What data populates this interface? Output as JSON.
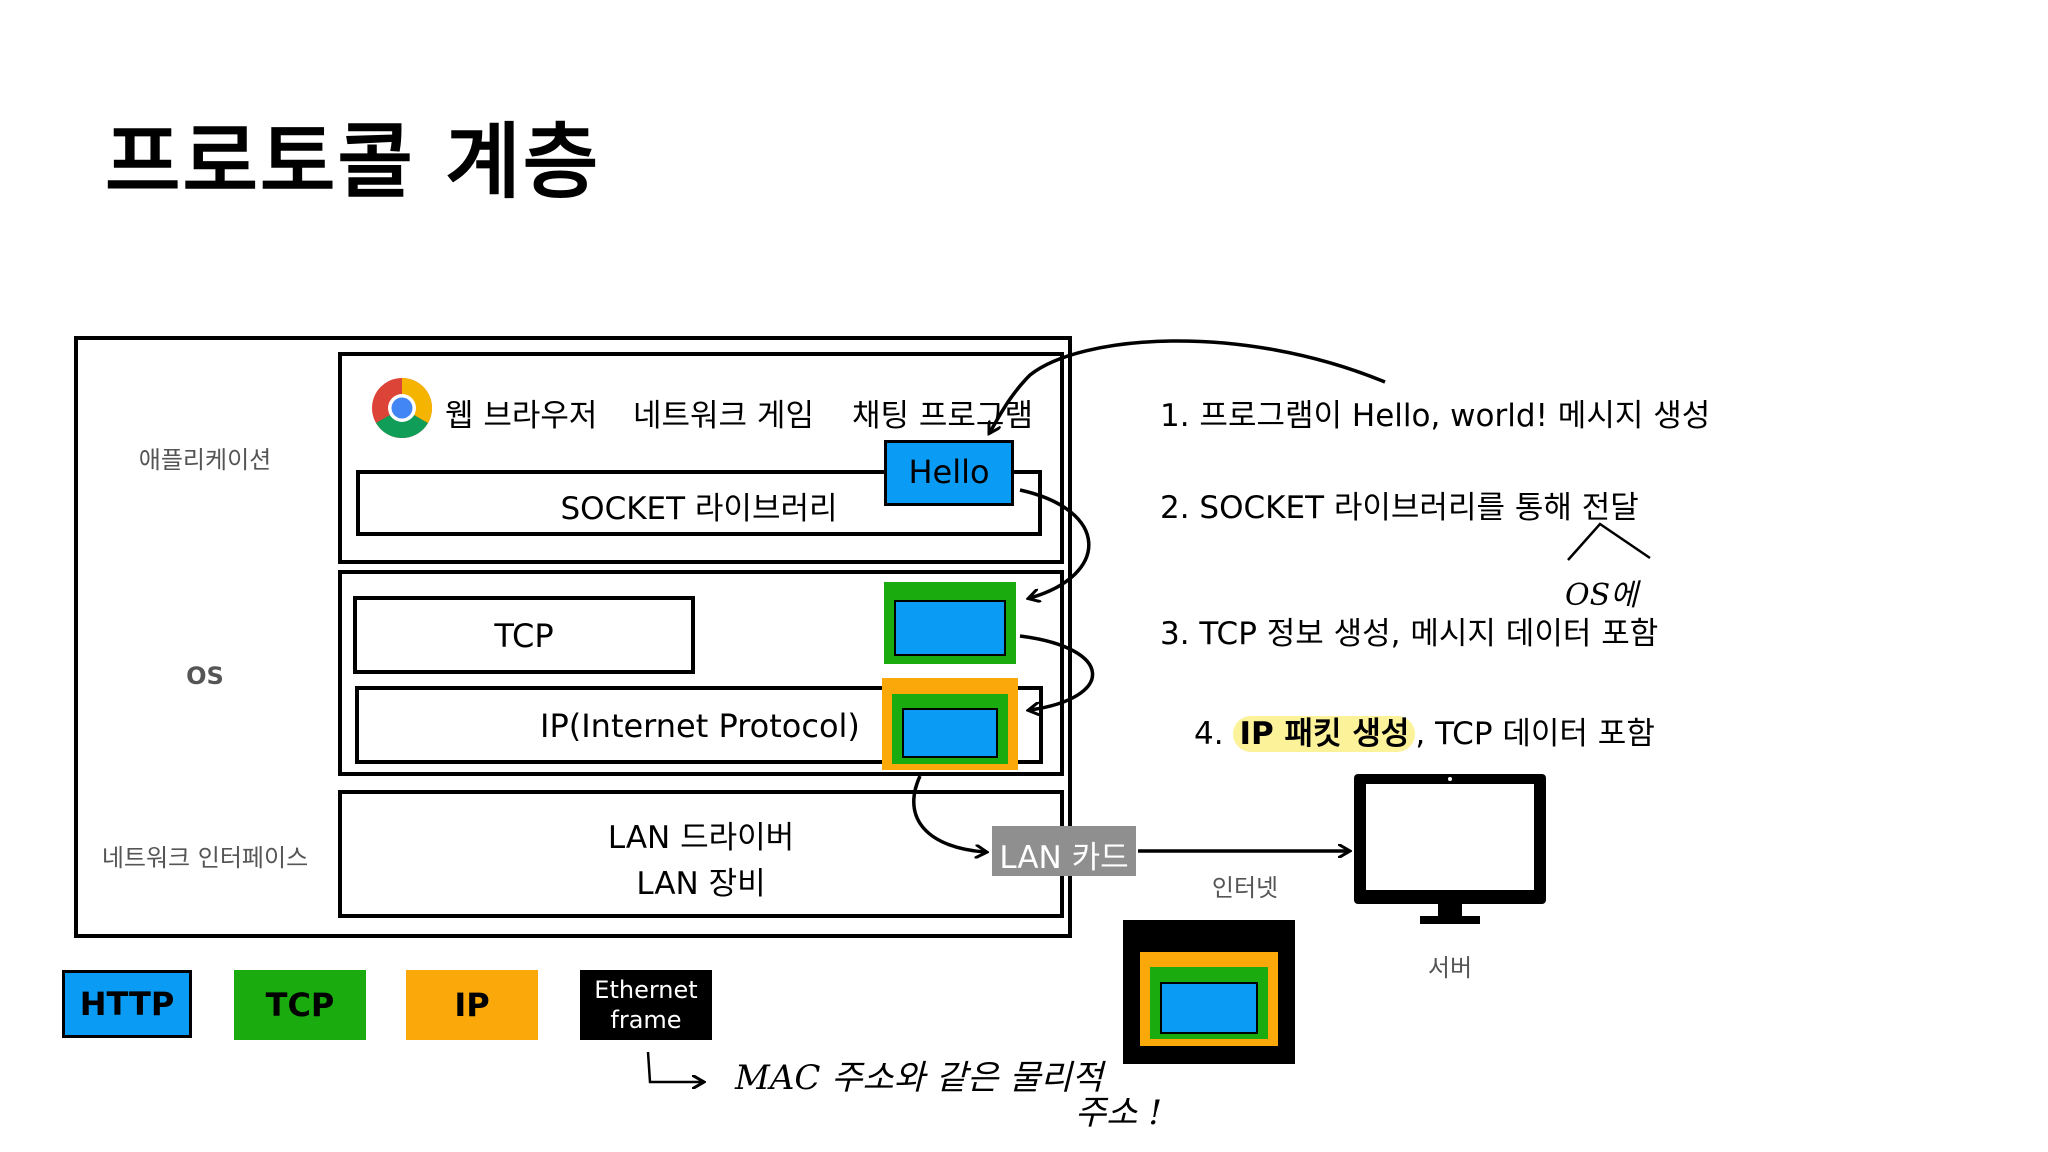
{
  "title": "프로토콜 계층",
  "layers": {
    "application": "애플리케이션",
    "os": "OS",
    "network_interface": "네트워크 인터페이스"
  },
  "apps": {
    "web_browser": "웹 브라우저",
    "network_game": "네트워크 게임",
    "chat_program": "채팅 프로그램"
  },
  "boxes": {
    "socket_library": "SOCKET 라이브러리",
    "hello": "Hello",
    "tcp": "TCP",
    "ip": "IP(Internet Protocol)",
    "lan_driver": "LAN 드라이버",
    "lan_device": "LAN 장비",
    "lan_card": "LAN 카드"
  },
  "network": {
    "internet": "인터넷",
    "server": "서버"
  },
  "steps": [
    "1. 프로그램이 Hello, world! 메시지 생성",
    "2. SOCKET 라이브러리를 통해 전달",
    "3. TCP 정보 생성, 메시지 데이터 포함",
    "4.",
    "IP 패킷 생성",
    ", TCP 데이터 포함"
  ],
  "legend": {
    "http": "HTTP",
    "tcp": "TCP",
    "ip": "IP",
    "ethernet_line1": "Ethernet",
    "ethernet_line2": "frame"
  },
  "handwritten": {
    "os_note": "OS에",
    "mac_note_line1": "MAC 주소와 같은 물리적",
    "mac_note_line2": "주소 !"
  },
  "colors": {
    "http": "#0a9bf5",
    "tcp": "#1aab0e",
    "ip": "#fba80a",
    "ethernet": "#000000",
    "lan_card": "#8f8f8f",
    "highlight": "#fbf29a"
  }
}
